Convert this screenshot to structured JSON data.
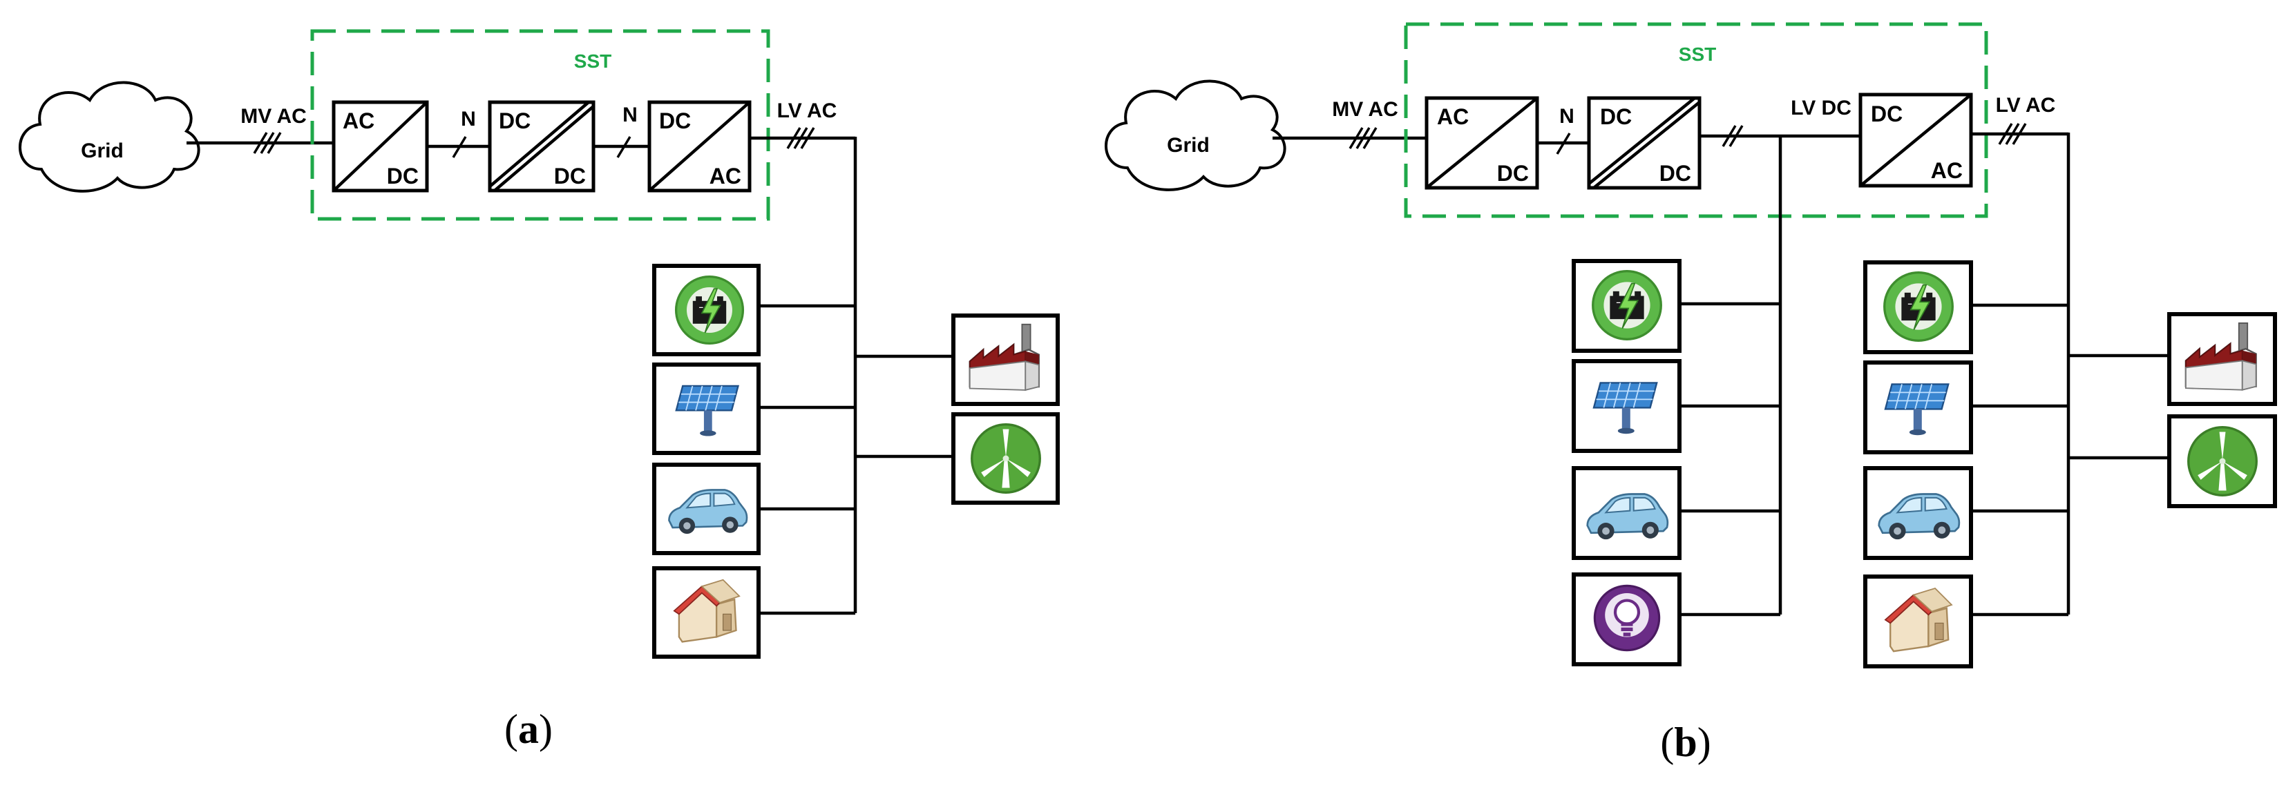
{
  "colors": {
    "sst_border": "#1fa84a",
    "wire": "#000000",
    "battery_ring": "#5cb848",
    "wind_ring": "#55a83a",
    "solar_panel": "#3a86d1",
    "factory_roof": "#8b1a1a",
    "car_body": "#8fc6e6",
    "lamp": "#6a2c86",
    "house_wall": "#f2e2c6"
  },
  "diagram_a": {
    "caption_open": "(",
    "caption_letter": "a",
    "caption_close": ")",
    "grid_label": "Grid",
    "mv_label": "MV AC",
    "sst_label": "SST",
    "lv_label": "LV AC",
    "n_label_1": "N",
    "n_label_2": "N",
    "converter_1": {
      "top": "AC",
      "bottom": "DC"
    },
    "converter_2": {
      "top": "DC",
      "bottom": "DC"
    },
    "converter_3": {
      "top": "DC",
      "bottom": "AC"
    },
    "left_devices": [
      "battery-icon",
      "solar-panel-icon",
      "car-icon",
      "house-icon"
    ],
    "right_devices": [
      "factory-icon",
      "wind-turbine-icon"
    ]
  },
  "diagram_b": {
    "caption_open": "(",
    "caption_letter": "b",
    "caption_close": ")",
    "grid_label": "Grid",
    "mv_label": "MV AC",
    "sst_label": "SST",
    "lv_dc_label": "LV DC",
    "lv_ac_label": "LV AC",
    "n_label": "N",
    "converter_1": {
      "top": "AC",
      "bottom": "DC"
    },
    "converter_2": {
      "top": "DC",
      "bottom": "DC"
    },
    "converter_3": {
      "top": "DC",
      "bottom": "AC"
    },
    "dc_devices": [
      "battery-icon",
      "solar-panel-icon",
      "car-icon",
      "light-bulb-icon"
    ],
    "ac_devices": [
      "battery-icon",
      "solar-panel-icon",
      "car-icon",
      "house-icon"
    ],
    "right_devices": [
      "factory-icon",
      "wind-turbine-icon"
    ]
  }
}
